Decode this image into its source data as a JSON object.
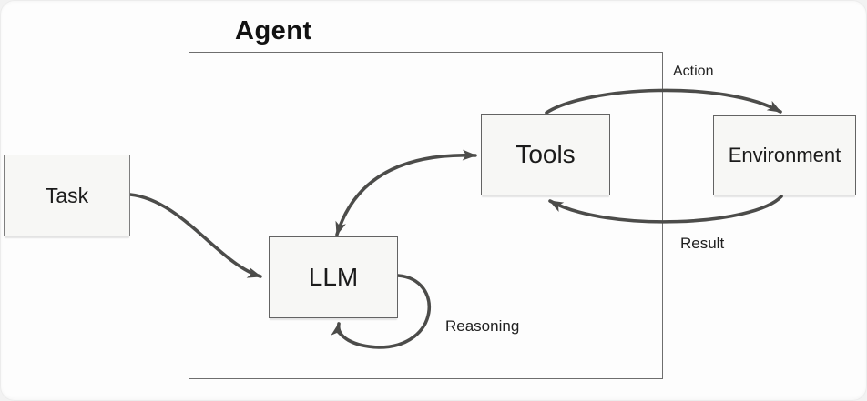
{
  "group": {
    "label": "Agent"
  },
  "nodes": {
    "task": {
      "label": "Task"
    },
    "llm": {
      "label": "LLM"
    },
    "tools": {
      "label": "Tools"
    },
    "environment": {
      "label": "Environment"
    }
  },
  "edges": {
    "task_to_llm": {
      "from": "task",
      "to": "llm",
      "label": ""
    },
    "llm_tools": {
      "from": "llm",
      "to": "tools",
      "bidirectional": true,
      "label": ""
    },
    "reasoning": {
      "from": "llm",
      "to": "llm",
      "label": "Reasoning"
    },
    "action": {
      "from": "tools",
      "to": "environment",
      "label": "Action"
    },
    "result": {
      "from": "environment",
      "to": "tools",
      "label": "Result"
    }
  },
  "colors": {
    "arrow": "#4c4c4a",
    "node_fill": "#f7f7f5",
    "node_border": "#636363",
    "container_border": "#6e6e6e",
    "text": "#1b1b1b",
    "canvas": "#fdfdfd",
    "page_bg": "#f2f2f2"
  }
}
